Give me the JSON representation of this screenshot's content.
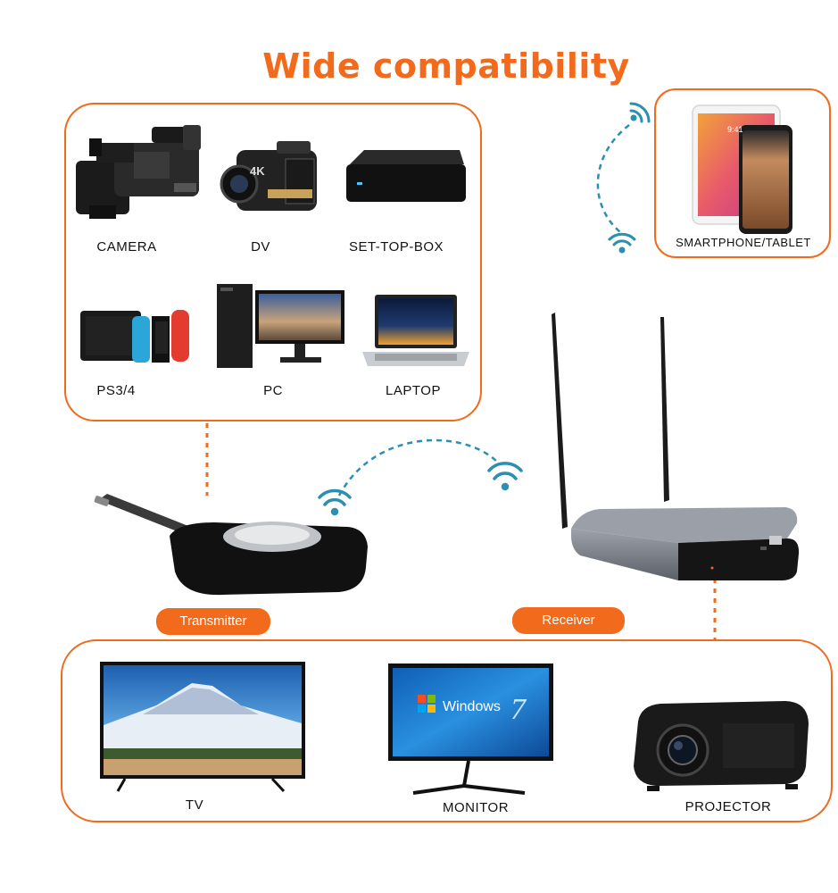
{
  "title": "Wide compatibility",
  "sources": {
    "camera": "CAMERA",
    "dv": "DV",
    "settopbox": "SET-TOP-BOX",
    "ps": "PS3/4",
    "pc": "PC",
    "laptop": "LAPTOP"
  },
  "phone": {
    "label": "SMARTPHONE/TABLET",
    "time": "9:41"
  },
  "transmitter": "Transmitter",
  "receiver": "Receiver",
  "displays": {
    "tv": "TV",
    "monitor": "MONITOR",
    "projector": "PROJECTOR"
  },
  "windows_text": "Windows",
  "dv_badge": "4K",
  "colors": {
    "accent": "#f26a1b",
    "wifi": "#2a8fb0"
  }
}
